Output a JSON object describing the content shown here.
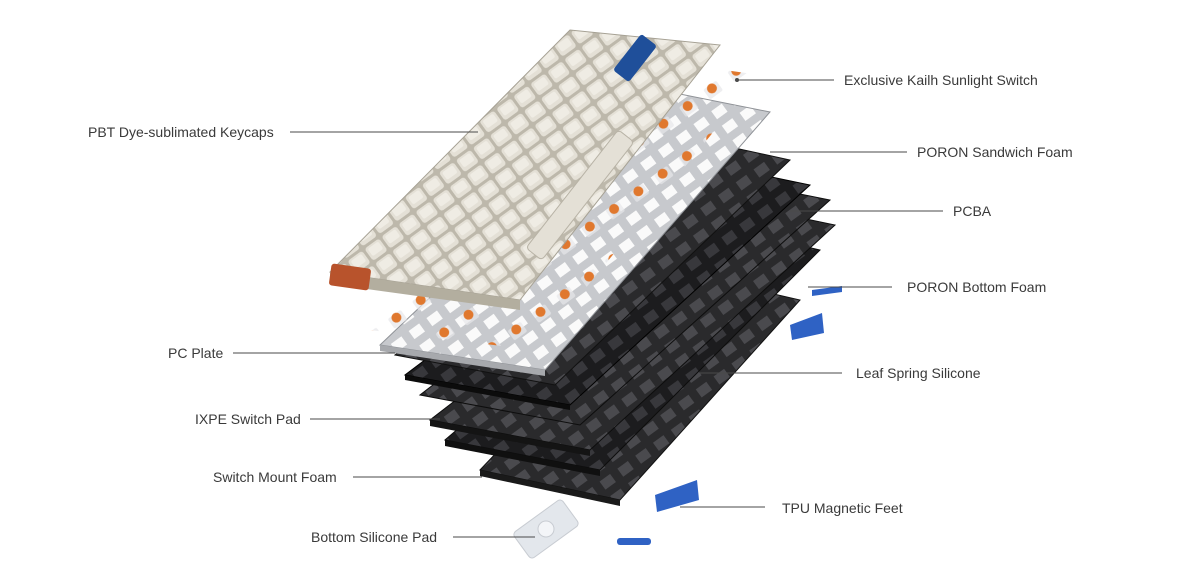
{
  "labels": {
    "switch": "Exclusive Kailh Sunlight Switch",
    "keycaps": "PBT Dye-sublimated Keycaps",
    "sandwich_foam": "PORON Sandwich Foam",
    "pcba": "PCBA",
    "bottom_foam": "PORON Bottom Foam",
    "pc_plate": "PC Plate",
    "leaf_spring": "Leaf Spring Silicone",
    "ixpe_pad": "IXPE Switch Pad",
    "mount_foam": "Switch Mount Foam",
    "magnetic_feet": "TPU Magnetic Feet",
    "silicone_pad": "Bottom Silicone Pad"
  },
  "colors": {
    "keycap": "#dcd8cc",
    "keycap_accent_blue": "#1f4f9a",
    "keycap_accent_orange": "#b8532c",
    "switch_orange": "#e0782e",
    "plate": "#c9cbcf",
    "foam_dark": "#2b2b2d",
    "pcb_dark": "#1d1d1f",
    "tpu_blue": "#2f62c4",
    "label_text": "#3a3a3a"
  }
}
